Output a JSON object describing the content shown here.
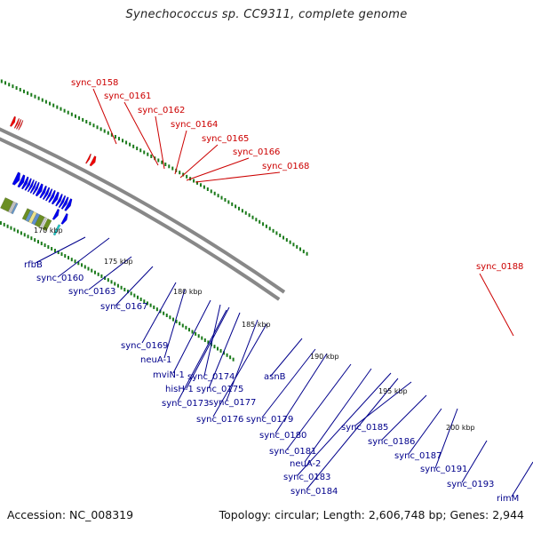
{
  "title": "Synechococcus sp. CC9311, complete genome",
  "footer": {
    "accession": "Accession: NC_008319",
    "summary": "Topology: circular; Length: 2,606,748 bp; Genes: 2,944"
  },
  "kbp_labels": [
    "170 kbp",
    "175 kbp",
    "180 kbp",
    "185 kbp",
    "190 kbp",
    "195 kbp",
    "200 kbp"
  ],
  "top_labels": [
    "sync_0158",
    "sync_0161",
    "sync_0162",
    "sync_0164",
    "sync_0165",
    "sync_0166",
    "sync_0168",
    "sync_0188"
  ],
  "bottom_labels": [
    "rfbB",
    "sync_0160",
    "sync_0163",
    "sync_0167",
    "sync_0169",
    "neuA-1",
    "mviN-1",
    "sync_0174",
    "hisH-1",
    "sync_0175",
    "sync_0173",
    "sync_0177",
    "asnB",
    "sync_0176",
    "sync_0179",
    "sync_0180",
    "sync_0181",
    "neuA-2",
    "sync_0183",
    "sync_0184",
    "sync_0185",
    "sync_0186",
    "sync_0187",
    "sync_0191",
    "sync_0193",
    "rimM"
  ],
  "colors": {
    "forward_label": "#cc0000",
    "reverse_label": "#00008b",
    "cds_forward": "#ee0000",
    "cds_reverse": "#0000ee",
    "rna_dark": "#00007a",
    "cog_green": "#6b8e23",
    "gc_tick": "#1a7a1a",
    "backbone": "#888888"
  }
}
